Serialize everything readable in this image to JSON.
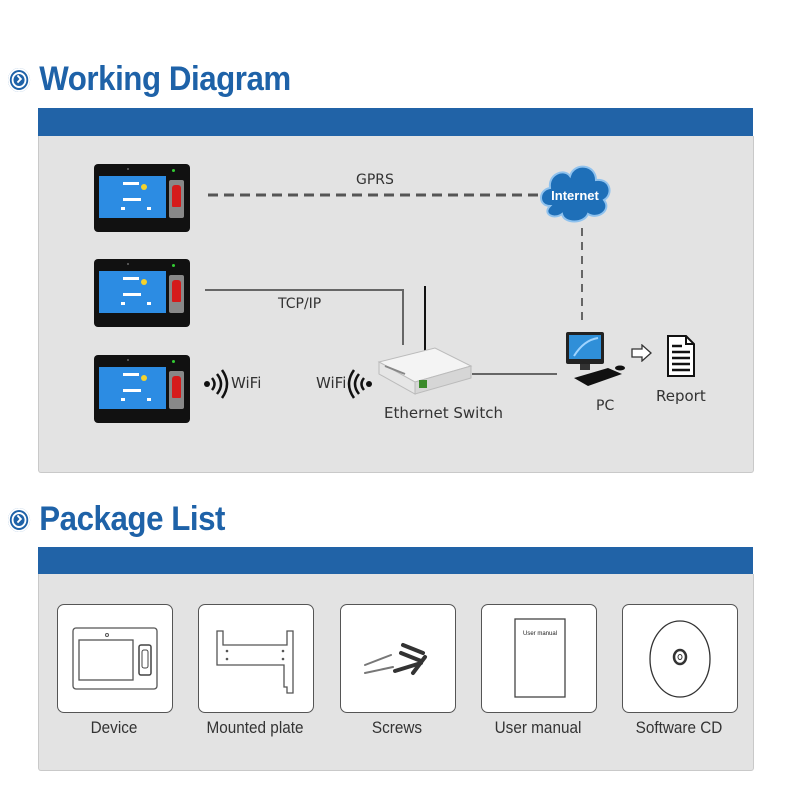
{
  "sections": {
    "working_diagram": {
      "title": "Working Diagram"
    },
    "package_list": {
      "title": "Package List"
    }
  },
  "diagram": {
    "devices": [
      {
        "name": "Fingerprint terminal 1",
        "connection": "GPRS"
      },
      {
        "name": "Fingerprint terminal 2",
        "connection": "TCP/IP"
      },
      {
        "name": "Fingerprint terminal 3",
        "connection": "WiFi"
      }
    ],
    "labels": {
      "gprs": "GPRS",
      "tcpip": "TCP/IP",
      "wifi_device": "WiFi",
      "wifi_switch": "WiFi",
      "internet": "Internet",
      "ethernet_switch": "Ethernet Switch",
      "pc": "PC",
      "report": "Report"
    },
    "colors": {
      "accent": "#2163a7",
      "fingerprint": "#d51b1b",
      "screen": "#2c8ce3",
      "cloud": "#1e6fb8"
    }
  },
  "package_items": [
    {
      "label": "Device",
      "icon": "device-icon"
    },
    {
      "label": "Mounted plate",
      "icon": "mounting-plate-icon"
    },
    {
      "label": "Screws",
      "icon": "screws-icon"
    },
    {
      "label": "User manual",
      "icon": "manual-icon",
      "inner_text": "User manual"
    },
    {
      "label": "Software CD",
      "icon": "cd-icon"
    }
  ]
}
